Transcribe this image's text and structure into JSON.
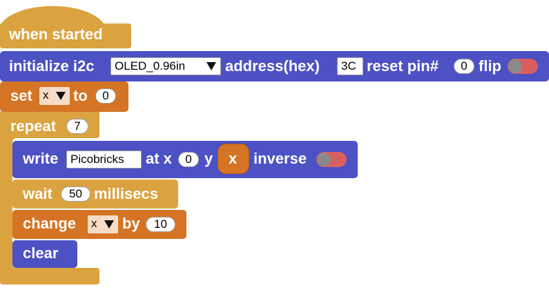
{
  "colors": {
    "events": "#ffab19",
    "control": "#dba33f",
    "oled": "#4c51c4",
    "variables": "#d47424"
  },
  "hat": {
    "label": "when started"
  },
  "init": {
    "label": "initialize i2c",
    "device": "OLED_0.96in",
    "address_label": "address(hex)",
    "address": "3C",
    "reset_label": "reset pin#",
    "reset_pin": "0",
    "flip_label": "flip"
  },
  "set_var": {
    "label": "set",
    "variable": "x",
    "to_label": "to",
    "value": "0"
  },
  "repeat": {
    "label": "repeat",
    "count": "7"
  },
  "write": {
    "label": "write",
    "text": "Picobricks",
    "at_x_label": "at x",
    "x": "0",
    "y_label": "y",
    "y_reporter": "x",
    "inverse_label": "inverse"
  },
  "wait": {
    "label": "wait",
    "value": "50",
    "unit": "millisecs"
  },
  "change": {
    "label": "change",
    "variable": "x",
    "by_label": "by",
    "value": "10"
  },
  "clear": {
    "label": "clear"
  }
}
